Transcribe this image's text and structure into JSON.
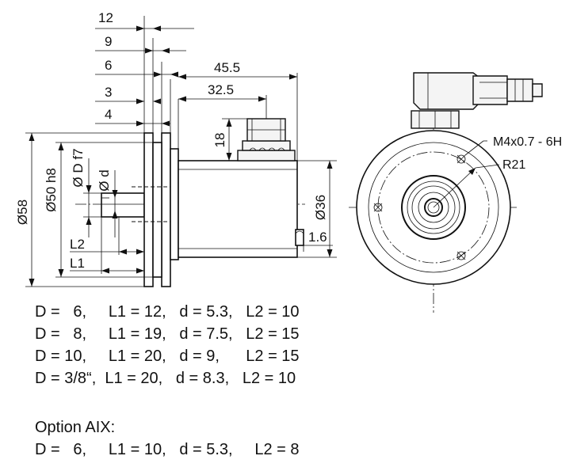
{
  "side_view": {
    "dims_horizontal": [
      "12",
      "9",
      "6",
      "3",
      "4",
      "45.5",
      "32.5"
    ],
    "dims_vertical": [
      "Ø58",
      "Ø50 h8",
      "Ø D f7",
      "Ø d",
      "18",
      "Ø36"
    ],
    "labels_other": [
      "L2",
      "L1",
      "1.6"
    ]
  },
  "front_view": {
    "thread_label": "M4x0.7 - 6H",
    "radius_label": "R21"
  },
  "table": {
    "rows": [
      "D =   6,     L1 = 12,   d = 5.3,   L2 = 10",
      "D =   8,     L1 = 19,   d = 7.5,   L2 = 15",
      "D = 10,     L1 = 20,   d = 9,      L2 = 15",
      "D = 3/8“,  L1 = 20,   d = 8.3,   L2 = 10"
    ],
    "option_title": "Option AIX:",
    "option_row": "D =   6,     L1 = 10,   d = 5.3,     L2 = 8"
  }
}
